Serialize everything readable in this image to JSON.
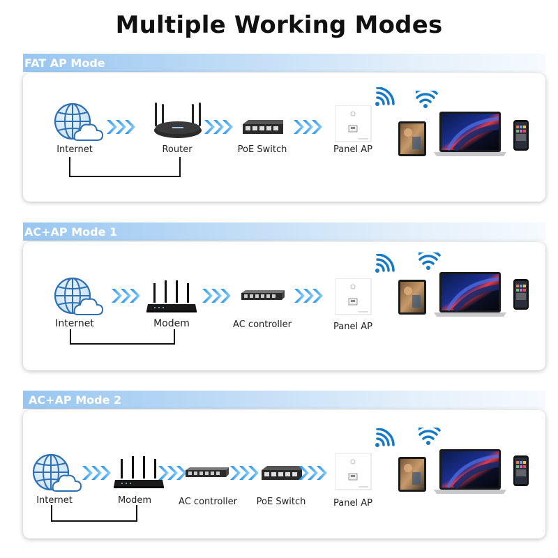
{
  "title": "Multiple Working Modes",
  "modes": [
    {
      "label": "FAT AP Mode",
      "devices": [
        "Internet",
        "Router",
        "PoE Switch",
        "Panel AP"
      ]
    },
    {
      "label": "AC+AP Mode 1",
      "devices": [
        "Internet",
        "Modem",
        "AC controller",
        "Panel AP"
      ]
    },
    {
      "label": "AC+AP Mode 2",
      "devices": [
        "Internet",
        "Modem",
        "AC controller",
        "PoE Switch",
        "Panel AP"
      ]
    }
  ],
  "icons": {
    "internet": "globe-cloud-icon",
    "router": "router-icon",
    "modem": "modem-icon",
    "switch": "poe-switch-icon",
    "ac_controller": "ac-controller-icon",
    "panel_ap": "panel-ap-icon",
    "wifi": "wifi-icon",
    "tablet": "tablet-icon",
    "laptop": "laptop-icon",
    "phone": "phone-icon",
    "arrows": "chevron-arrows-icon"
  },
  "colors": {
    "header_gradient_start": "#98c6f0",
    "arrow_blue": "#1e8fe8",
    "wifi_blue": "#1479c8",
    "globe_blue": "#2d6fb2"
  }
}
